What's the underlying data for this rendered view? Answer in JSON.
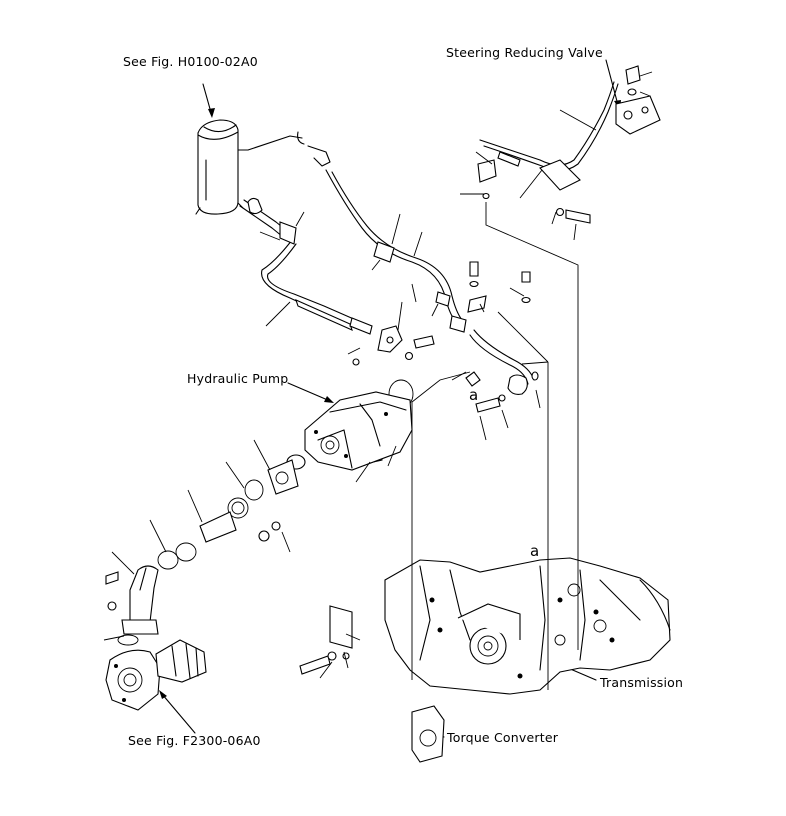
{
  "labels": {
    "see_fig_top": "See Fig. H0100-02A0",
    "steering_valve": "Steering Reducing Valve",
    "hydraulic_pump": "Hydraulic Pump",
    "marker_a_upper": "a",
    "marker_a_lower": "a",
    "transmission": "Transmission",
    "torque_converter": "Torque Converter",
    "see_fig_bottom": "See Fig. F2300-06A0"
  }
}
